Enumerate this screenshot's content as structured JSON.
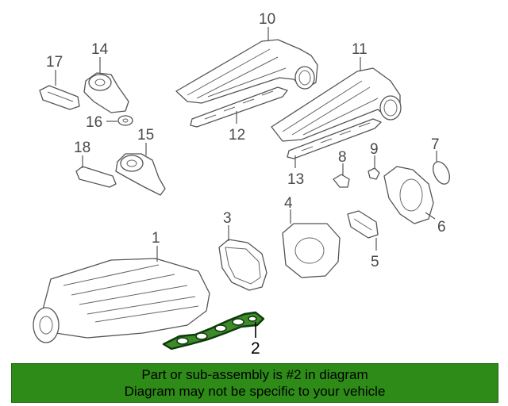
{
  "callouts": {
    "c1": "1",
    "c2": "2",
    "c3": "3",
    "c4": "4",
    "c5": "5",
    "c6": "6",
    "c7": "7",
    "c8": "8",
    "c9": "9",
    "c10": "10",
    "c11": "11",
    "c12": "12",
    "c13": "13",
    "c14": "14",
    "c15": "15",
    "c16": "16",
    "c17": "17",
    "c18": "18"
  },
  "banner": {
    "line1": "Part or sub-assembly is #2 in diagram",
    "line2": "Diagram may not be specific to your vehicle"
  },
  "colors": {
    "banner_bg": "#2e8b18",
    "highlight_part": "#1e6b1a"
  }
}
